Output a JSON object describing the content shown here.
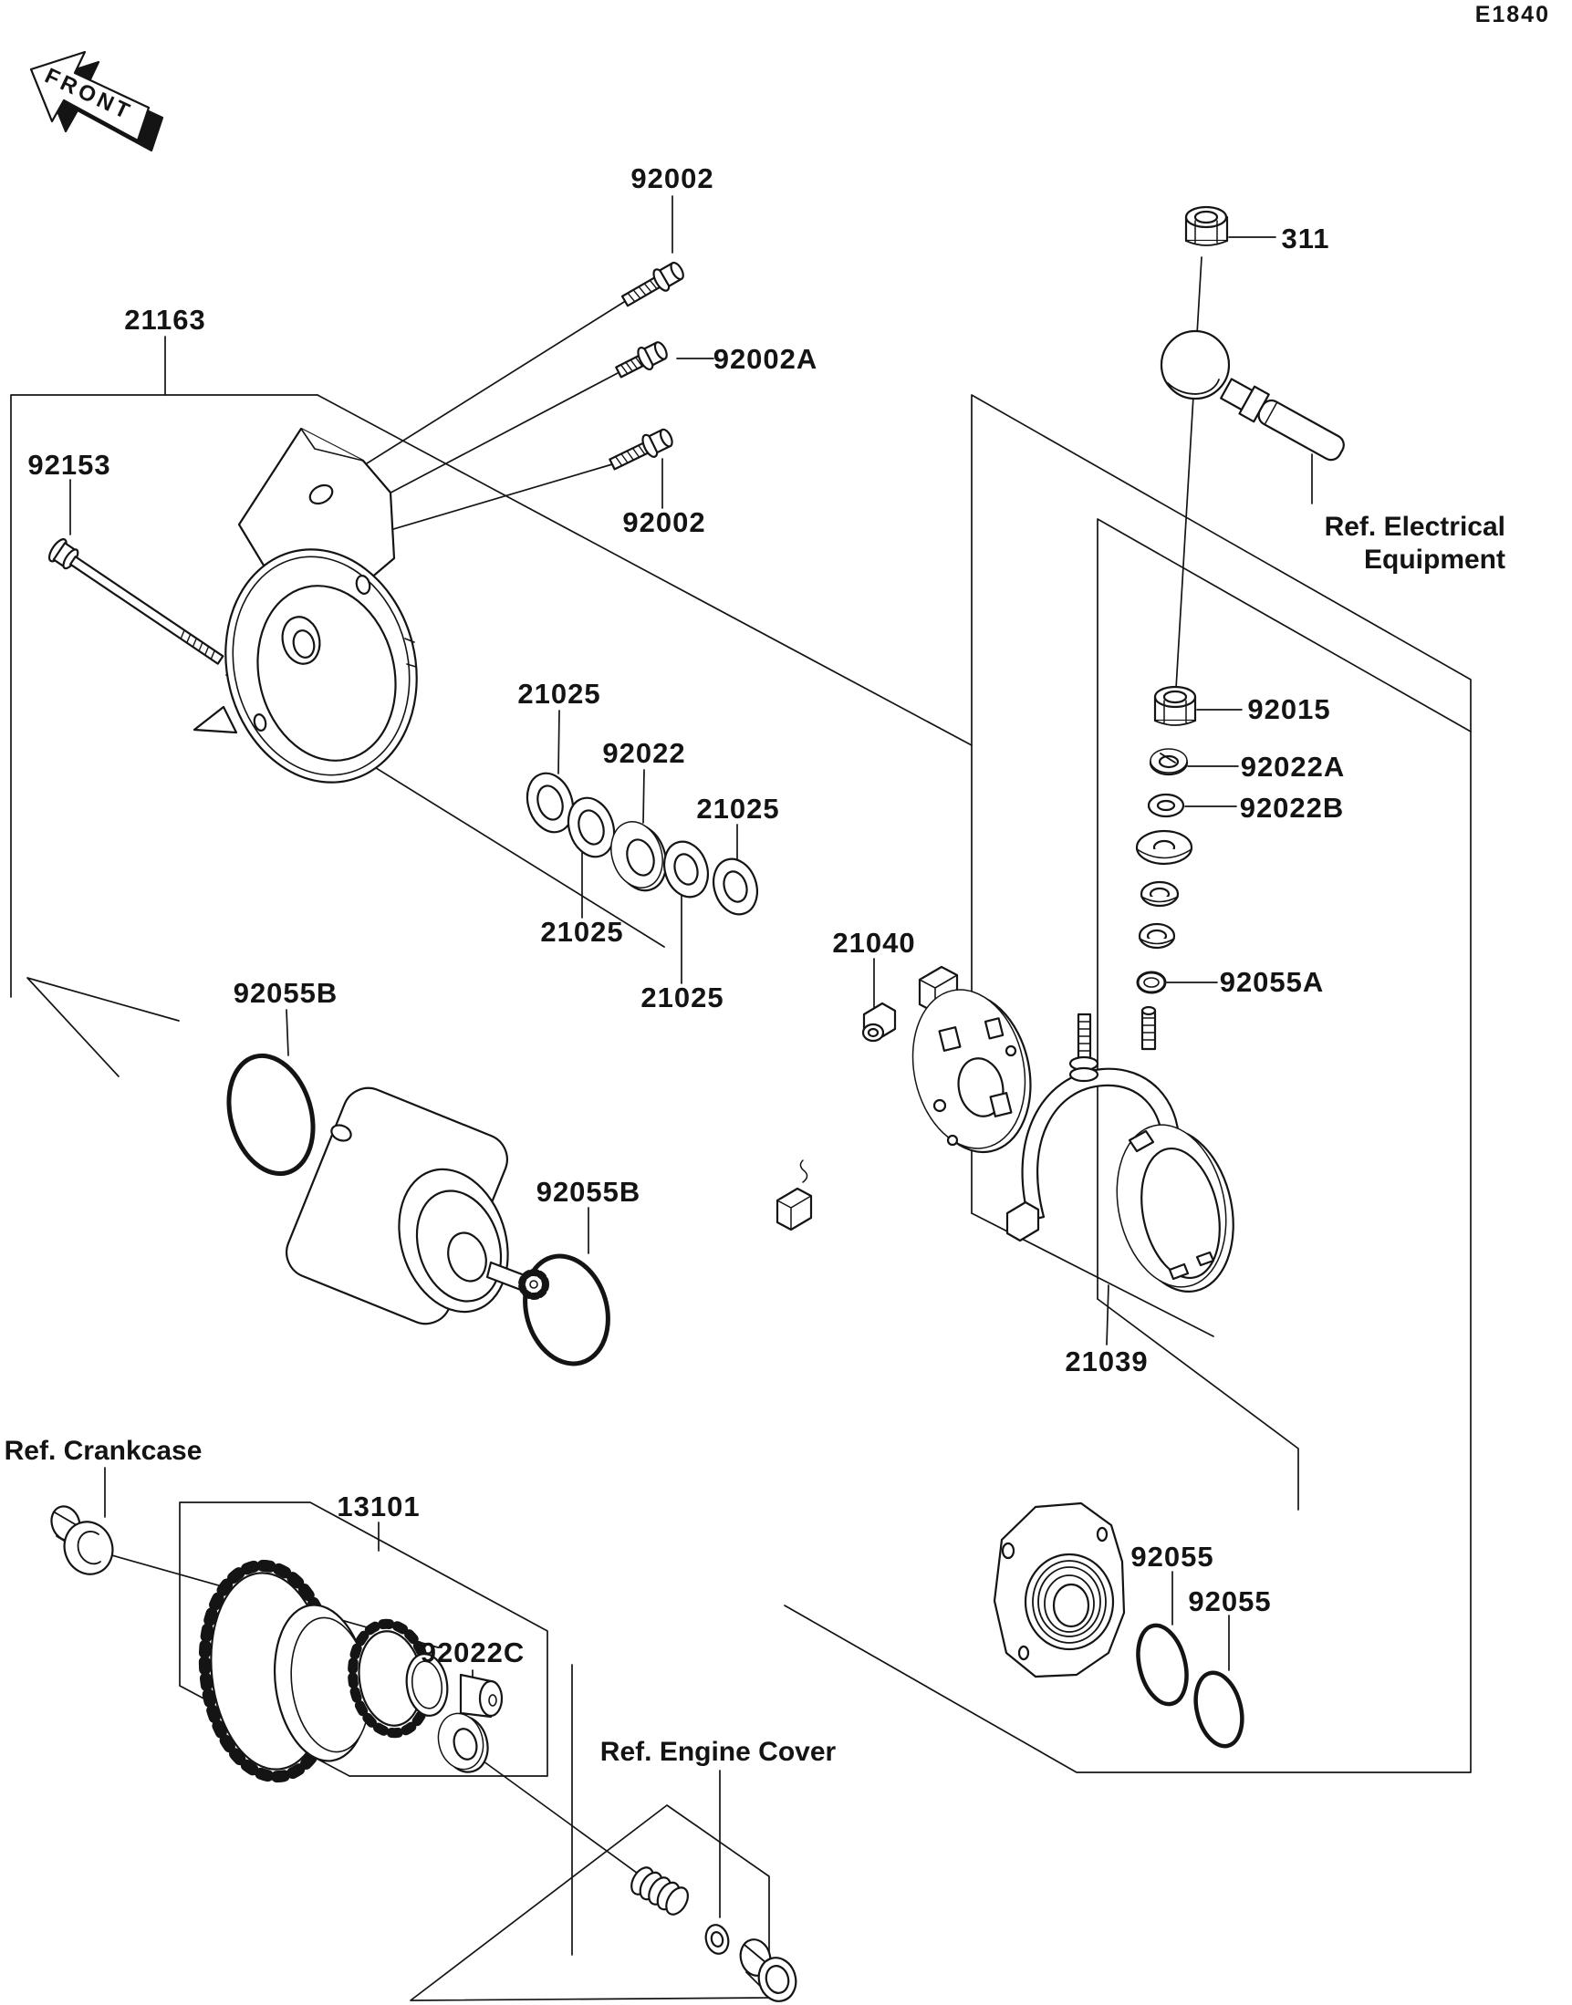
{
  "page": {
    "code": "E1840",
    "background": "#ffffff",
    "ink": "#141414"
  },
  "front_marker": {
    "text": "FRONT"
  },
  "labels": {
    "l92002_top": "92002",
    "l92002a": "92002A",
    "l92002_bottom": "92002",
    "l21163": "21163",
    "l92153": "92153",
    "l311": "311",
    "ref_electrical": "Ref. Electrical\nEquipment",
    "l21025_1": "21025",
    "l92022": "92022",
    "l21025_2": "21025",
    "l21025_3": "21025",
    "l21025_4": "21025",
    "l92015": "92015",
    "l92022a": "92022A",
    "l92022b": "92022B",
    "l92055a": "92055A",
    "l21040": "21040",
    "l92055b_left": "92055B",
    "l92055b_right": "92055B",
    "l21039": "21039",
    "ref_crankcase": "Ref. Crankcase",
    "l13101": "13101",
    "l92022c": "92022C",
    "ref_engine_cover": "Ref. Engine Cover",
    "l92055_left": "92055",
    "l92055_right": "92055"
  },
  "parts": [
    {
      "number": "92002",
      "name": "flange-bolt"
    },
    {
      "number": "92002A",
      "name": "flange-bolt-short"
    },
    {
      "number": "21163",
      "name": "starter-motor-assembly-box"
    },
    {
      "number": "92153",
      "name": "long-bolt"
    },
    {
      "number": "311",
      "name": "hex-nut"
    },
    {
      "number": "21025",
      "name": "thrust-washer"
    },
    {
      "number": "92022",
      "name": "washer"
    },
    {
      "number": "92015",
      "name": "terminal-nut"
    },
    {
      "number": "92022A",
      "name": "lock-washer"
    },
    {
      "number": "92022B",
      "name": "plain-washer"
    },
    {
      "number": "92055A",
      "name": "small-o-ring"
    },
    {
      "number": "21040",
      "name": "carbon-brush"
    },
    {
      "number": "21039",
      "name": "brush-holder-assembly"
    },
    {
      "number": "92055B",
      "name": "large-o-ring"
    },
    {
      "number": "13101",
      "name": "starter-reduction-gear"
    },
    {
      "number": "92022C",
      "name": "gear-washer"
    },
    {
      "number": "92055",
      "name": "housing-o-ring"
    }
  ]
}
